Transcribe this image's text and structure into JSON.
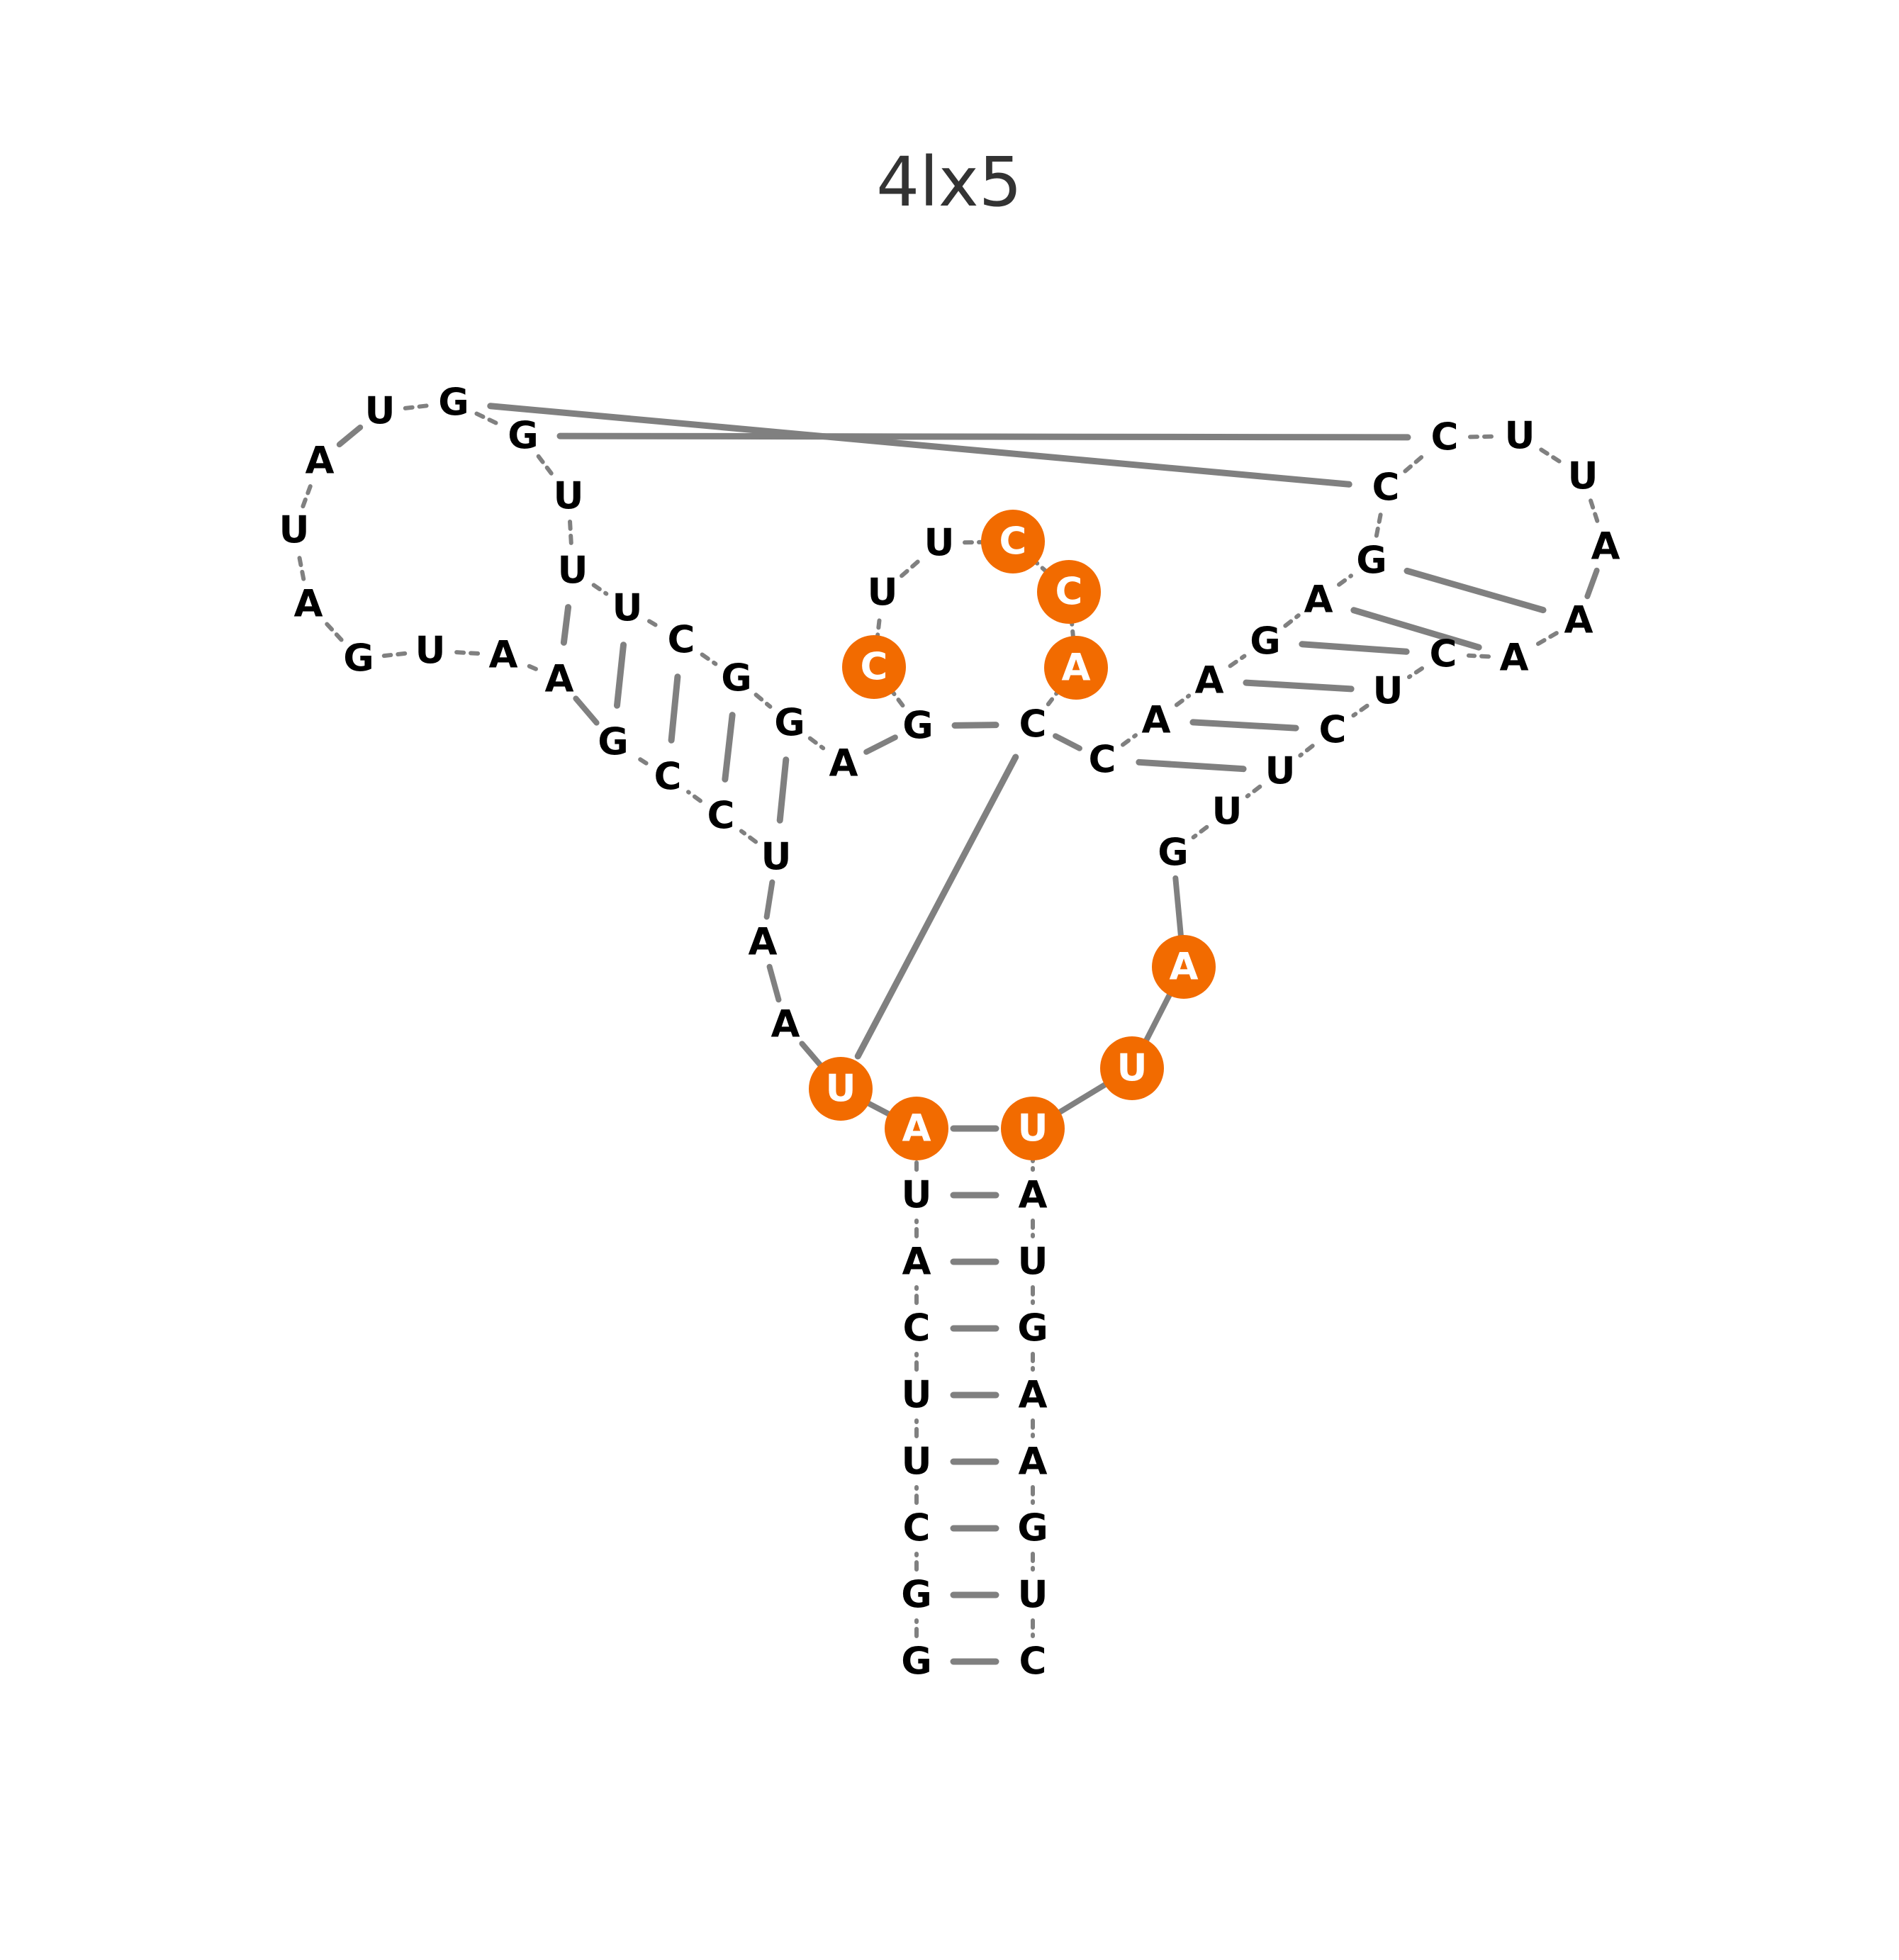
{
  "title": "4lx5",
  "colors": {
    "background": "#ffffff",
    "title": "#333333",
    "line": "#808080",
    "nucleotide_text": "#000000",
    "highlight_fill": "#f26b00",
    "highlight_text": "#ffffff"
  },
  "nucleotides": [
    {
      "base": "G",
      "highlight": false
    },
    {
      "base": "G",
      "highlight": false
    },
    {
      "base": "C",
      "highlight": false
    },
    {
      "base": "U",
      "highlight": false
    },
    {
      "base": "U",
      "highlight": false
    },
    {
      "base": "C",
      "highlight": false
    },
    {
      "base": "A",
      "highlight": false
    },
    {
      "base": "U",
      "highlight": false
    },
    {
      "base": "A",
      "highlight": true
    },
    {
      "base": "U",
      "highlight": true
    },
    {
      "base": "A",
      "highlight": false
    },
    {
      "base": "A",
      "highlight": false
    },
    {
      "base": "U",
      "highlight": false
    },
    {
      "base": "C",
      "highlight": false
    },
    {
      "base": "C",
      "highlight": false
    },
    {
      "base": "G",
      "highlight": false
    },
    {
      "base": "A",
      "highlight": false
    },
    {
      "base": "A",
      "highlight": false
    },
    {
      "base": "U",
      "highlight": false
    },
    {
      "base": "G",
      "highlight": false
    },
    {
      "base": "A",
      "highlight": false
    },
    {
      "base": "U",
      "highlight": false
    },
    {
      "base": "A",
      "highlight": false
    },
    {
      "base": "U",
      "highlight": false
    },
    {
      "base": "G",
      "highlight": false
    },
    {
      "base": "G",
      "highlight": false
    },
    {
      "base": "U",
      "highlight": false
    },
    {
      "base": "U",
      "highlight": false
    },
    {
      "base": "U",
      "highlight": false
    },
    {
      "base": "C",
      "highlight": false
    },
    {
      "base": "G",
      "highlight": false
    },
    {
      "base": "G",
      "highlight": false
    },
    {
      "base": "A",
      "highlight": false
    },
    {
      "base": "G",
      "highlight": false
    },
    {
      "base": "C",
      "highlight": true
    },
    {
      "base": "U",
      "highlight": false
    },
    {
      "base": "U",
      "highlight": false
    },
    {
      "base": "C",
      "highlight": true
    },
    {
      "base": "C",
      "highlight": true
    },
    {
      "base": "A",
      "highlight": true
    },
    {
      "base": "C",
      "highlight": false
    },
    {
      "base": "C",
      "highlight": false
    },
    {
      "base": "A",
      "highlight": false
    },
    {
      "base": "A",
      "highlight": false
    },
    {
      "base": "G",
      "highlight": false
    },
    {
      "base": "A",
      "highlight": false
    },
    {
      "base": "G",
      "highlight": false
    },
    {
      "base": "C",
      "highlight": false
    },
    {
      "base": "C",
      "highlight": false
    },
    {
      "base": "U",
      "highlight": false
    },
    {
      "base": "U",
      "highlight": false
    },
    {
      "base": "A",
      "highlight": false
    },
    {
      "base": "A",
      "highlight": false
    },
    {
      "base": "A",
      "highlight": false
    },
    {
      "base": "C",
      "highlight": false
    },
    {
      "base": "U",
      "highlight": false
    },
    {
      "base": "C",
      "highlight": false
    },
    {
      "base": "U",
      "highlight": false
    },
    {
      "base": "U",
      "highlight": false
    },
    {
      "base": "G",
      "highlight": false
    },
    {
      "base": "A",
      "highlight": true
    },
    {
      "base": "U",
      "highlight": true
    },
    {
      "base": "U",
      "highlight": true
    },
    {
      "base": "A",
      "highlight": false
    },
    {
      "base": "U",
      "highlight": false
    },
    {
      "base": "G",
      "highlight": false
    },
    {
      "base": "A",
      "highlight": false
    },
    {
      "base": "A",
      "highlight": false
    },
    {
      "base": "G",
      "highlight": false
    },
    {
      "base": "U",
      "highlight": false
    },
    {
      "base": "C",
      "highlight": false
    }
  ],
  "base_pairs": [
    [
      1,
      71
    ],
    [
      2,
      70
    ],
    [
      3,
      69
    ],
    [
      4,
      68
    ],
    [
      5,
      67
    ],
    [
      6,
      66
    ],
    [
      7,
      65
    ],
    [
      8,
      64
    ],
    [
      9,
      63
    ],
    [
      13,
      32
    ],
    [
      14,
      31
    ],
    [
      15,
      30
    ],
    [
      16,
      29
    ],
    [
      17,
      28
    ],
    [
      34,
      41
    ],
    [
      42,
      58
    ],
    [
      43,
      57
    ],
    [
      44,
      56
    ],
    [
      45,
      55
    ],
    [
      46,
      54
    ],
    [
      47,
      53
    ],
    [
      25,
      48
    ],
    [
      26,
      49
    ],
    [
      10,
      41
    ]
  ]
}
